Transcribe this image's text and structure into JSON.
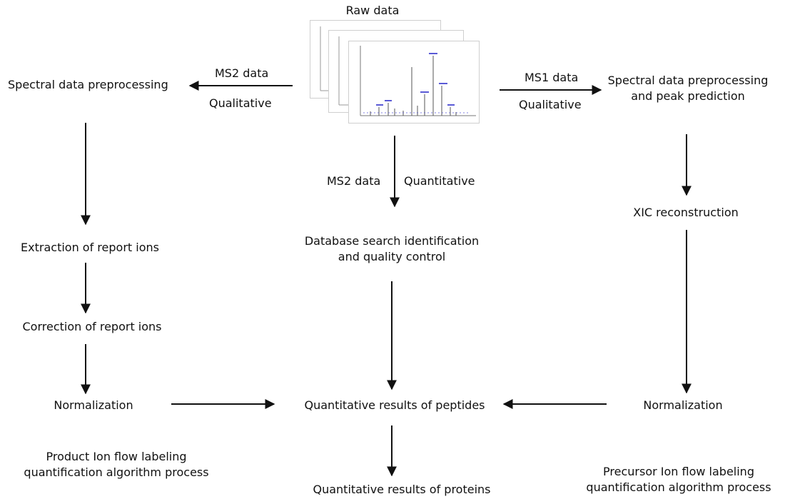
{
  "raw_data": {
    "title": "Raw data"
  },
  "left": {
    "spectral_preprocessing": "Spectral data preprocessing",
    "ms2_data": "MS2 data",
    "qualitative": "Qualitative",
    "extraction": "Extraction of report ions",
    "correction": "Correction of report ions",
    "normalization": "Normalization",
    "caption": "Product Ion flow labeling\nquantification algorithm process"
  },
  "center": {
    "ms2_data": "MS2 data",
    "quantitative": "Quantitative",
    "database_search": "Database search identification\nand quality control",
    "peptides": "Quantitative results of peptides",
    "proteins": "Quantitative results of proteins"
  },
  "right": {
    "ms1_data": "MS1 data",
    "qualitative": "Qualitative",
    "spectral_preprocessing": "Spectral data preprocessing\nand peak prediction",
    "xic": "XIC reconstruction",
    "normalization": "Normalization",
    "caption": "Precursor Ion flow labeling\nquantification algorithm process"
  },
  "colors": {
    "arrow": "#111111",
    "spectrum_peak": "#555555",
    "spectrum_label": "#5a5ad6"
  }
}
